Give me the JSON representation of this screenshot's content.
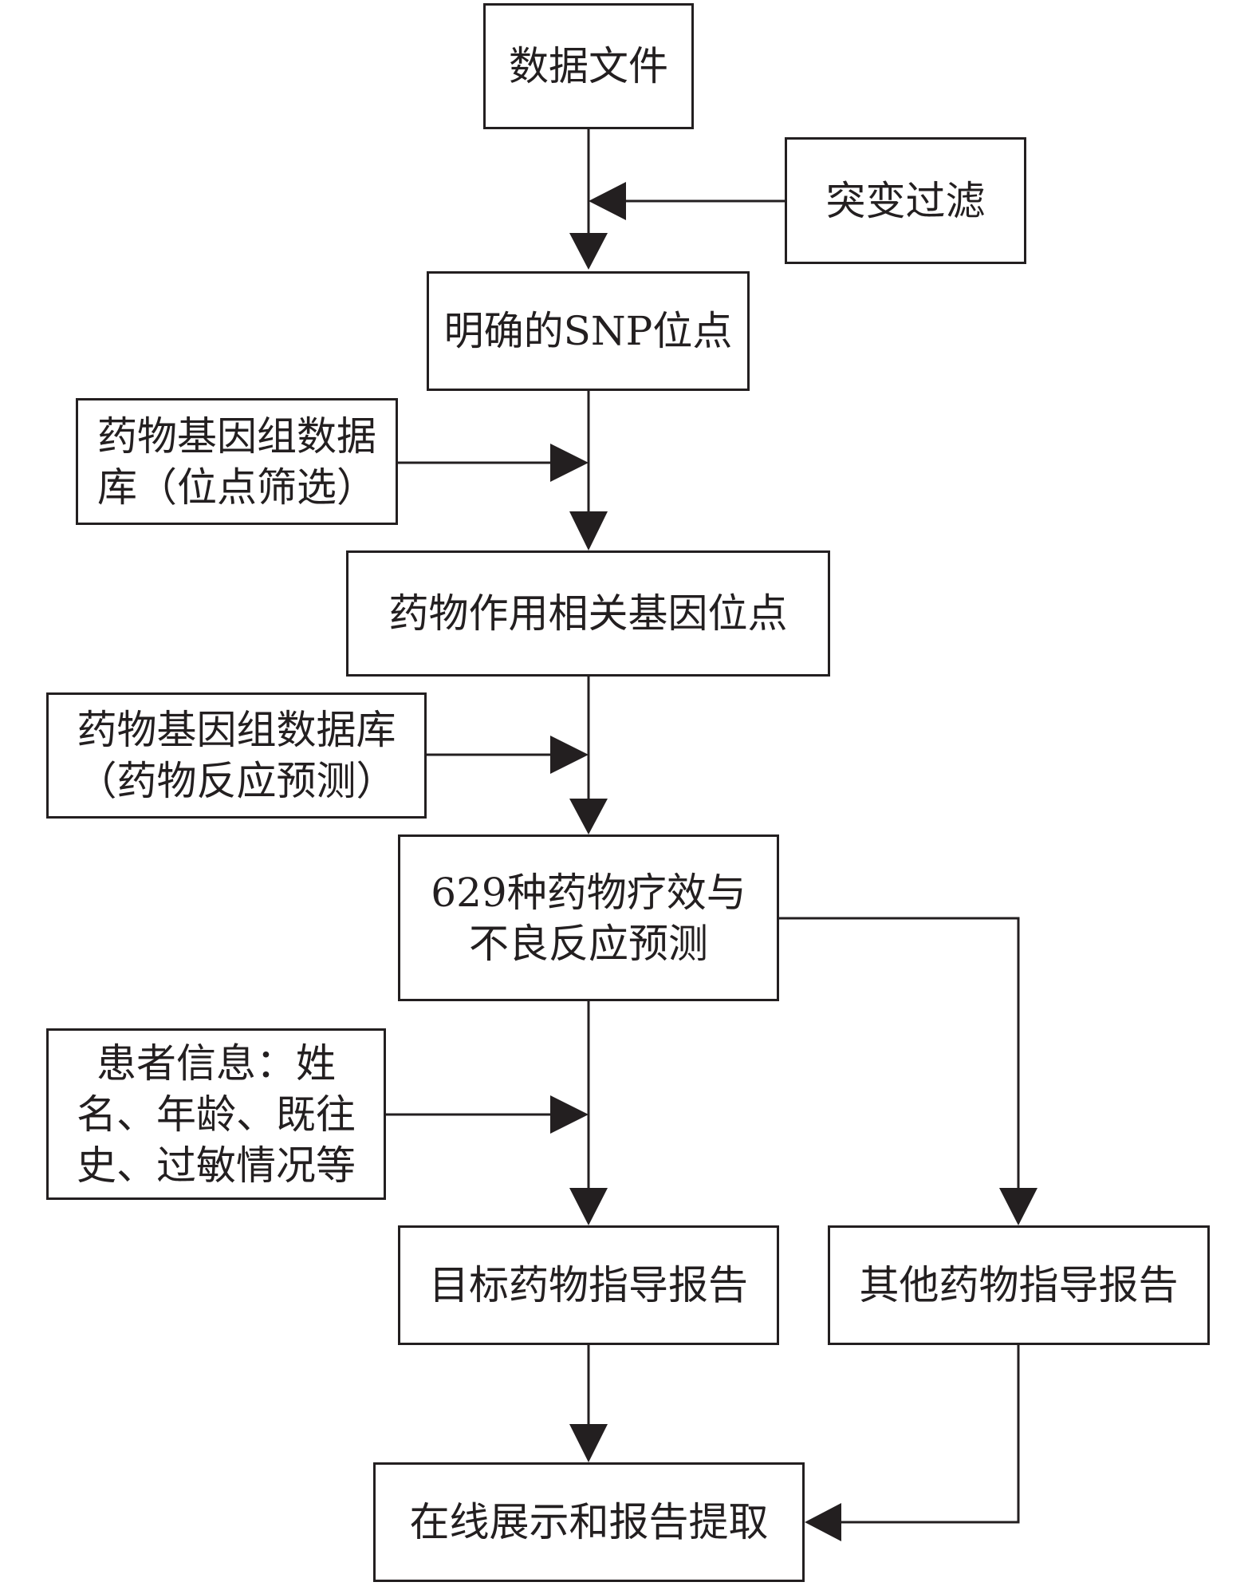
{
  "nodes": {
    "data_file": [
      "数据文件"
    ],
    "mutation_filter": [
      "突变过滤"
    ],
    "snp_sites": [
      "明确的SNP位点"
    ],
    "pgx_db_site": [
      "药物基因组数据",
      "库（位点筛选）"
    ],
    "drug_gene_sites": [
      "药物作用相关基因位点"
    ],
    "pgx_db_response": [
      "药物基因组数据库",
      "（药物反应预测）"
    ],
    "prediction": [
      "629种药物疗效与",
      "不良反应预测"
    ],
    "patient_info": [
      "患者信息：姓",
      "名、年龄、既往",
      "史、过敏情况等"
    ],
    "target_report": [
      "目标药物指导报告"
    ],
    "other_report": [
      "其他药物指导报告"
    ],
    "online": [
      "在线展示和报告提取"
    ]
  },
  "edges": [
    [
      "data_file",
      "snp_sites"
    ],
    [
      "mutation_filter",
      "data_file->snp_sites"
    ],
    [
      "snp_sites",
      "drug_gene_sites"
    ],
    [
      "pgx_db_site",
      "snp_sites->drug_gene_sites"
    ],
    [
      "drug_gene_sites",
      "prediction"
    ],
    [
      "pgx_db_response",
      "drug_gene_sites->prediction"
    ],
    [
      "prediction",
      "target_report"
    ],
    [
      "patient_info",
      "prediction->target_report"
    ],
    [
      "prediction",
      "other_report"
    ],
    [
      "target_report",
      "online"
    ],
    [
      "other_report",
      "online"
    ]
  ]
}
